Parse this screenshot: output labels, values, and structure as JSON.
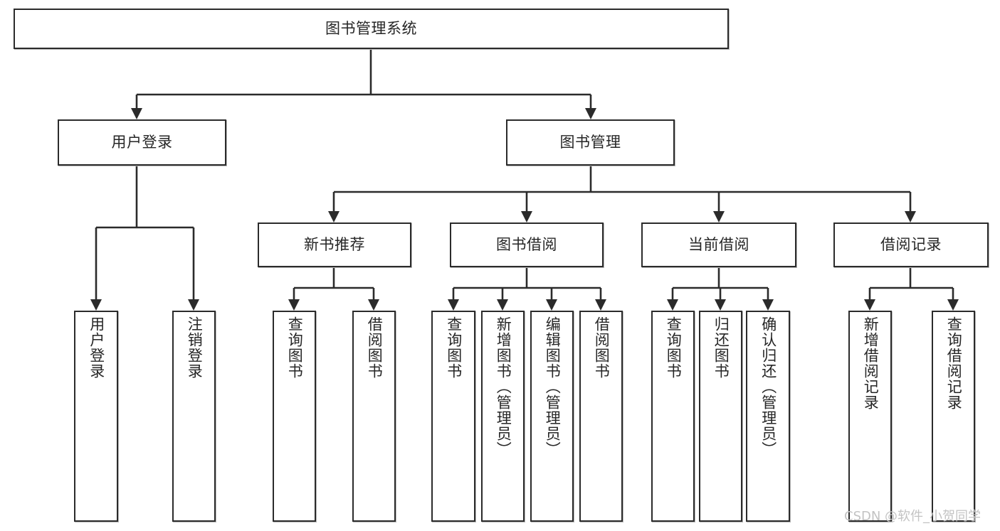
{
  "diagram": {
    "type": "tree-hierarchy",
    "title": "图书管理系统",
    "root": {
      "id": "root",
      "label": "图书管理系统",
      "orientation": "horizontal"
    },
    "level2": [
      {
        "id": "user-login",
        "label": "用户登录",
        "orientation": "horizontal"
      },
      {
        "id": "book-management",
        "label": "图书管理",
        "orientation": "horizontal"
      }
    ],
    "level3": [
      {
        "id": "new-book-recommend",
        "label": "新书推荐",
        "orientation": "horizontal",
        "parent": "book-management"
      },
      {
        "id": "book-borrow",
        "label": "图书借阅",
        "orientation": "horizontal",
        "parent": "book-management"
      },
      {
        "id": "current-borrow",
        "label": "当前借阅",
        "orientation": "horizontal",
        "parent": "book-management"
      },
      {
        "id": "borrow-record",
        "label": "借阅记录",
        "orientation": "horizontal",
        "parent": "book-management"
      }
    ],
    "leaves": [
      {
        "id": "leaf-user-login",
        "label": "用户登录",
        "parent": "user-login",
        "orientation": "vertical"
      },
      {
        "id": "leaf-logout-login",
        "label": "注销登录",
        "parent": "user-login",
        "orientation": "vertical"
      },
      {
        "id": "leaf-query-book-1",
        "label": "查询图书",
        "parent": "new-book-recommend",
        "orientation": "vertical"
      },
      {
        "id": "leaf-borrow-book-1",
        "label": "借阅图书",
        "parent": "new-book-recommend",
        "orientation": "vertical"
      },
      {
        "id": "leaf-query-book-2",
        "label": "查询图书",
        "parent": "book-borrow",
        "orientation": "vertical"
      },
      {
        "id": "leaf-add-book",
        "label": "新增图书（管理员）",
        "parent": "book-borrow",
        "orientation": "vertical"
      },
      {
        "id": "leaf-edit-book",
        "label": "编辑图书（管理员）",
        "parent": "book-borrow",
        "orientation": "vertical"
      },
      {
        "id": "leaf-borrow-book-2",
        "label": "借阅图书",
        "parent": "book-borrow",
        "orientation": "vertical"
      },
      {
        "id": "leaf-query-book-3",
        "label": "查询图书",
        "parent": "current-borrow",
        "orientation": "vertical"
      },
      {
        "id": "leaf-return-book",
        "label": "归还图书",
        "parent": "current-borrow",
        "orientation": "vertical"
      },
      {
        "id": "leaf-confirm-return",
        "label": "确认归还（管理员）",
        "parent": "current-borrow",
        "orientation": "vertical"
      },
      {
        "id": "leaf-add-record",
        "label": "新增借阅记录",
        "parent": "borrow-record",
        "orientation": "vertical"
      },
      {
        "id": "leaf-query-record",
        "label": "查询借阅记录",
        "parent": "borrow-record",
        "orientation": "vertical"
      }
    ],
    "colors": {
      "stroke": "#2b2b2b",
      "fill": "#ffffff",
      "text": "#262626",
      "watermark": "#c3c3c3"
    }
  },
  "watermark": {
    "text": "CSDN @软件_小贺同学"
  }
}
